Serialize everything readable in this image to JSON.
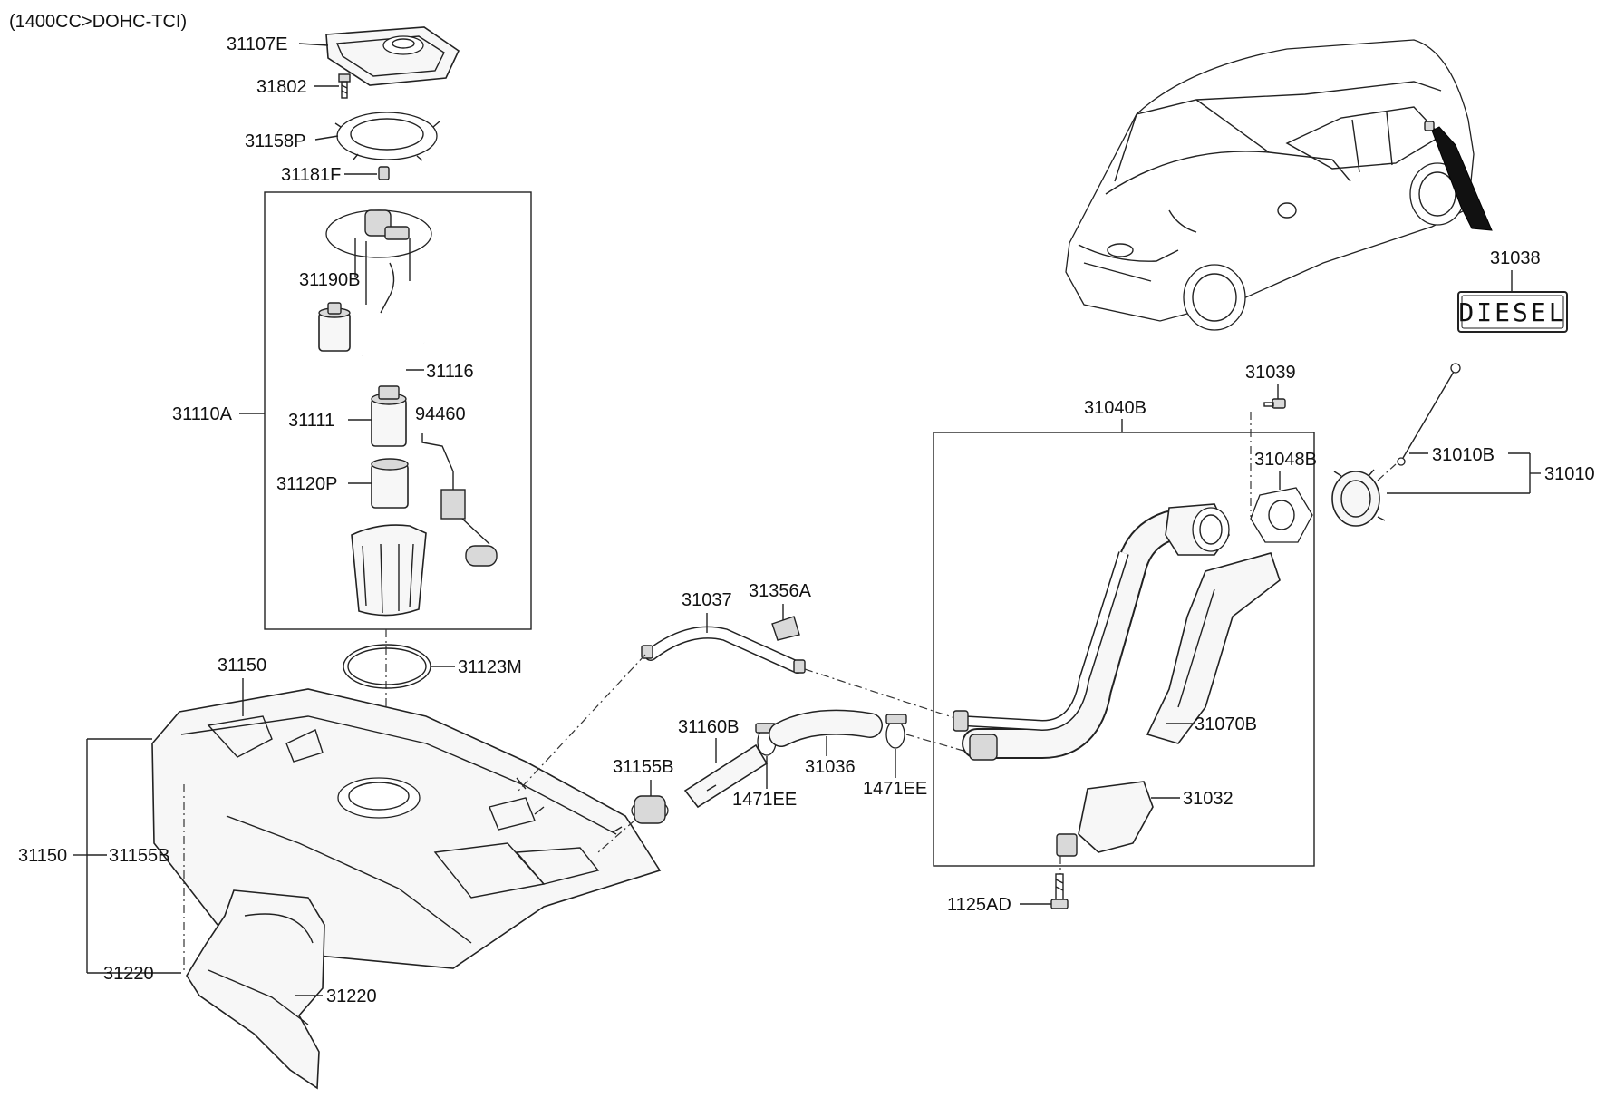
{
  "title": "(1400CC>DOHC-TCI)",
  "diesel_label": "DIESEL",
  "parts": {
    "p31107E": "31107E",
    "p31802": "31802",
    "p31158P": "31158P",
    "p31181F": "31181F",
    "p31190B": "31190B",
    "p31116": "31116",
    "p31110A": "31110A",
    "p31111": "31111",
    "p94460": "94460",
    "p31120P": "31120P",
    "p31123M": "31123M",
    "p31150_top": "31150",
    "p31150_left": "31150",
    "p31155B_left": "31155B",
    "p31220_left": "31220",
    "p31220_right": "31220",
    "p31037": "31037",
    "p31356A": "31356A",
    "p31160B": "31160B",
    "p31155B_mid": "31155B",
    "p1471EE_a": "1471EE",
    "p31036": "31036",
    "p1471EE_b": "1471EE",
    "p31038": "31038",
    "p31039": "31039",
    "p31040B": "31040B",
    "p31048B": "31048B",
    "p31010B": "31010B",
    "p31010": "31010",
    "p31070B": "31070B",
    "p31032": "31032",
    "p1125AD": "1125AD"
  }
}
